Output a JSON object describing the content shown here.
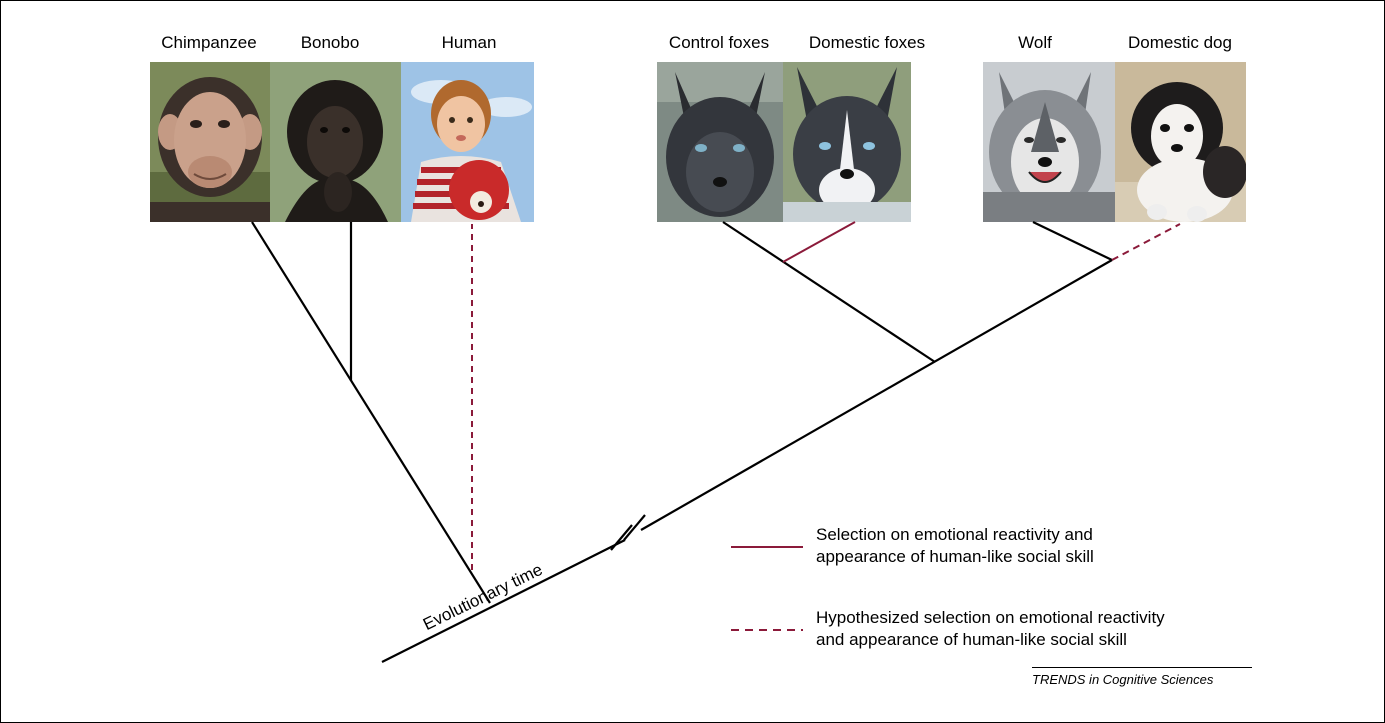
{
  "species": {
    "chimpanzee": "Chimpanzee",
    "bonobo": "Bonobo",
    "human": "Human",
    "control_foxes": "Control foxes",
    "domestic_foxes": "Domestic foxes",
    "wolf": "Wolf",
    "domestic_dog": "Domestic dog"
  },
  "axis": {
    "label": "Evolutionary time"
  },
  "legend": {
    "solid": {
      "line1": "Selection on emotional reactivity and",
      "line2": "appearance of human-like social skill"
    },
    "dashed": {
      "line1": "Hypothesized selection on emotional reactivity",
      "line2": "and appearance of human-like social skill"
    }
  },
  "credit": "TRENDS in Cognitive Sciences",
  "colors": {
    "tree_line": "#000000",
    "selection_line": "#8b1a3a",
    "background": "#ffffff"
  }
}
